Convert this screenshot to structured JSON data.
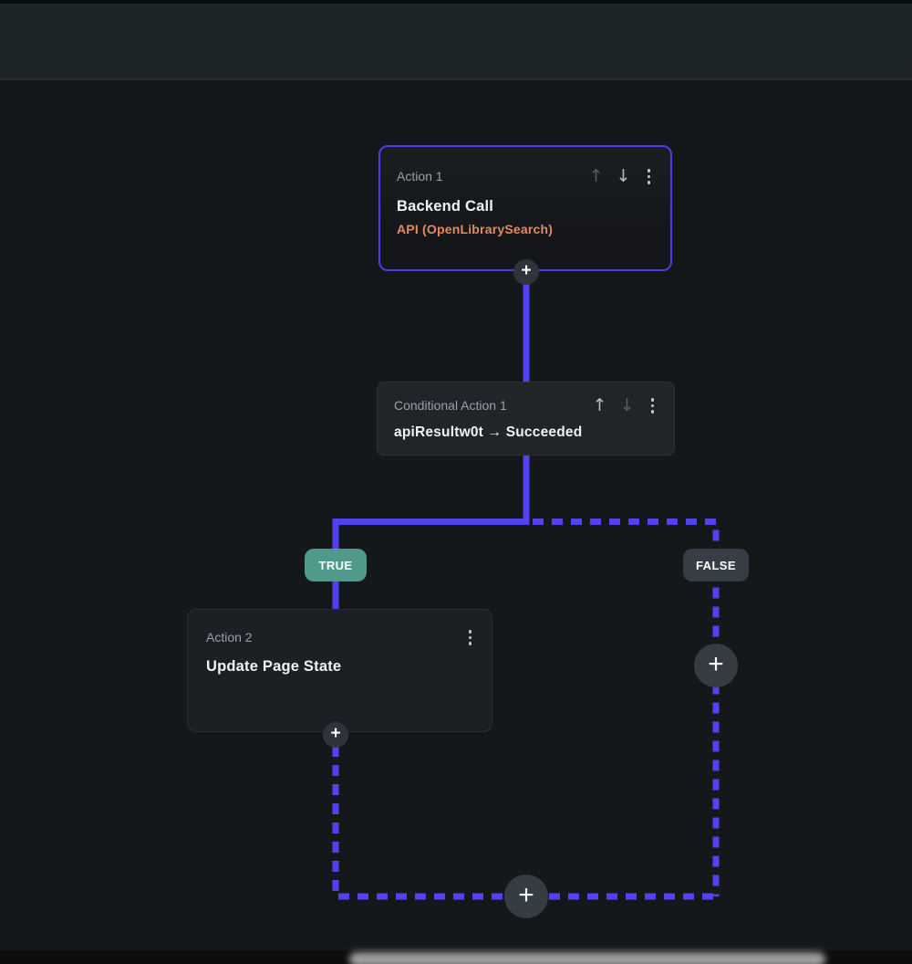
{
  "colors": {
    "accent_purple": "#5242f0",
    "selected_card_border": "#4b3ce6",
    "true_badge_teal": "#4f9a8b",
    "false_badge_gray": "#373d44",
    "subtitle_orange": "#e58a60",
    "canvas_bg": "#15181a",
    "topbar_bg": "#1e2527",
    "card_bg": "#1c2024"
  },
  "icons": {
    "plus": "+",
    "move_up": "↑",
    "move_down": "↓",
    "kebab_menu": "⋮"
  },
  "nodes": {
    "action1": {
      "label": "Action 1",
      "title": "Backend Call",
      "subtitle": "API (OpenLibrarySearch)"
    },
    "conditional1": {
      "label": "Conditional Action 1",
      "title": "apiResultw0t → Succeeded"
    },
    "action2": {
      "label": "Action 2",
      "title": "Update Page State"
    }
  },
  "branches": {
    "true_label": "TRUE",
    "false_label": "FALSE"
  }
}
